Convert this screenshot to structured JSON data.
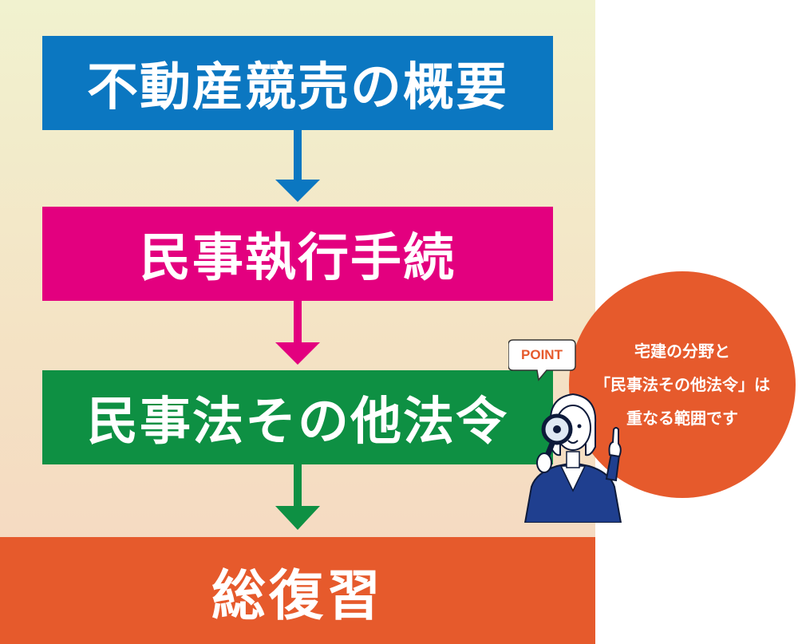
{
  "flow": {
    "step1": "不動産競売の概要",
    "step2": "民事執行手続",
    "step3": "民事法その他法令",
    "final": "総復習"
  },
  "colors": {
    "step1": "#0b77c1",
    "step2": "#e3007f",
    "step3": "#0e9043",
    "final": "#e65a2c",
    "background_top": "#f1f2cf",
    "background_bottom": "#f6d6c0"
  },
  "note": {
    "badge": "POINT",
    "lines": [
      "宅建の分野と",
      "「民事法その他法令」は",
      "重なる範囲です"
    ]
  },
  "icons": {
    "person": "person-with-magnifier-icon",
    "arrows": "down-arrow-icon"
  }
}
